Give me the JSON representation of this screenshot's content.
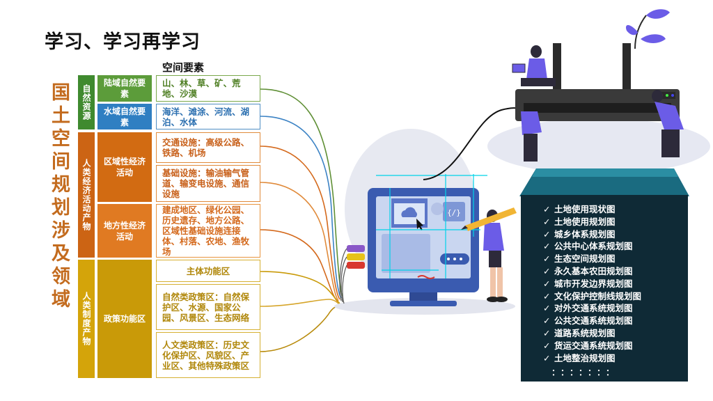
{
  "title": "学习、学习再学习",
  "vertical_title": "国土空间规划涉及领域",
  "table_header": "空间要素",
  "categories": [
    {
      "label": "自然资源",
      "color": "#3f8a2f"
    },
    {
      "label": "人类经济活动产物",
      "color": "#cc6414"
    },
    {
      "label": "人类制度产物",
      "color": "#d4a40a"
    }
  ],
  "subcategories": [
    {
      "label": "陆域自然要素",
      "color": "#5c9c3a"
    },
    {
      "label": "水域自然要素",
      "color": "#2f7fc2"
    },
    {
      "label": "区域性经济活动",
      "color": "#d26b12"
    },
    {
      "label": "地方性经济活动",
      "color": "#e07a22"
    },
    {
      "label": "政策功能区",
      "color": "#c99a08"
    }
  ],
  "items": [
    {
      "text": "山、林、草、矿、荒地、沙漠",
      "border": "#7aa84b",
      "color": "#4f7f24"
    },
    {
      "text": "海洋、滩涂、河流、湖泊、水体",
      "border": "#4f8ec4",
      "color": "#2b6fb0"
    },
    {
      "text": "交通设施：高级公路、铁路、机场",
      "border": "#e08a3a",
      "color": "#c8601a"
    },
    {
      "text": "基础设施：输油输气管道、输变电设施、通信设施",
      "border": "#e08a3a",
      "color": "#c8601a"
    },
    {
      "text": "建成地区、绿化公园、历史遗存、地方公路、区域性基础设施连接体、村落、农地、渔牧场",
      "border": "#e8943e",
      "color": "#d4691c"
    },
    {
      "text": "主体功能区",
      "border": "#d6b032",
      "color": "#b0870a"
    },
    {
      "text": "自然类政策区：自然保护区、水源、国家公园、风景区、生态网络",
      "border": "#d6b032",
      "color": "#b0870a"
    },
    {
      "text": "人文类政策区：历史文化保护区、风貌区、产业区、其他特殊政策区",
      "border": "#d6b032",
      "color": "#b0870a"
    }
  ],
  "plan_list": [
    "土地使用现状图",
    "土地使用规划图",
    "城乡体系规划图",
    "公共中心体系规划图",
    "生态空间规划图",
    "永久基本农田规划图",
    "城市开发边界规划图",
    "文化保护控制线规划图",
    "对外交通系统规划图",
    "公共交通系统规划图",
    "道路系统规划图",
    "货运交通系统规划图",
    "土地整治规划图"
  ],
  "list_check": "✓",
  "list_ellipsis": "：：：：：：：",
  "colors": {
    "accent_orange": "#c36b1e",
    "panel_dark": "#0f2a36",
    "panel_top": "#1a6b80",
    "figure_purple": "#6b5ce7"
  }
}
